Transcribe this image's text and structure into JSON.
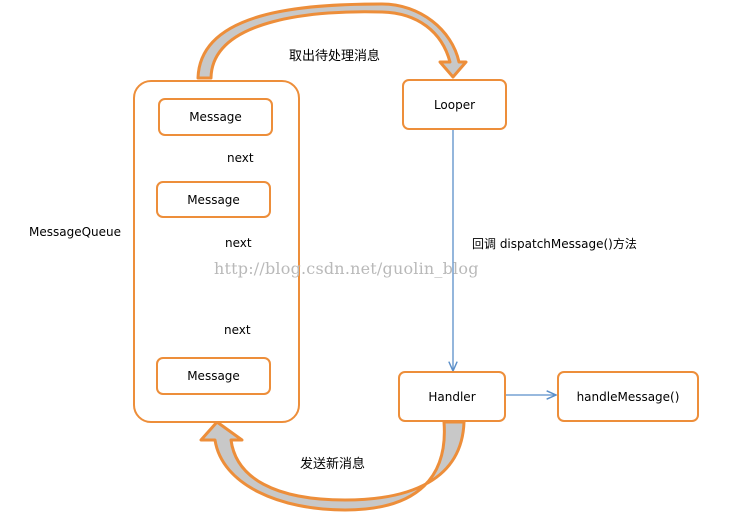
{
  "queue_label": "MessageQueue",
  "messages": [
    "Message",
    "Message",
    "Message"
  ],
  "next_labels": [
    "next",
    "next",
    "next"
  ],
  "looper_label": "Looper",
  "handler_label": "Handler",
  "handle_message_label": "handleMessage()",
  "fetch_label": "取出待处理消息",
  "dispatch_label": "回调 dispatchMessage()方法",
  "send_label": "发送新消息",
  "watermark": "http://blog.csdn.net/guolin_blog",
  "colors": {
    "box_border": "#ED8E3A",
    "arrow": "#5B8FC9",
    "curve_fill": "#C8C8C8"
  }
}
